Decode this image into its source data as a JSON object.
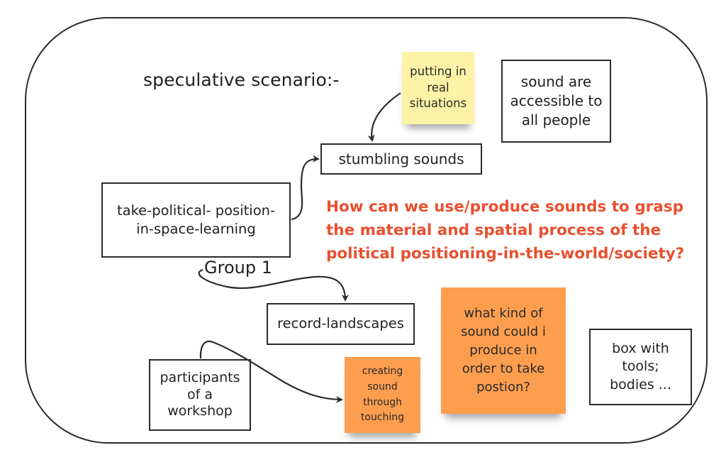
{
  "board": {
    "title": "speculative scenario:-",
    "group_label": "Group 1",
    "question": "How can we use/produce sounds to grasp the material and spatial process of the political positioning-in-the-world/society?",
    "colors": {
      "question_text": "#e8502f",
      "sticky_yellow": "#fdf3a6",
      "sticky_orange": "#fd9e4f",
      "stroke": "#2b2b2b"
    }
  },
  "nodes": {
    "putting_in_real_situations": "putting in\nreal\nsituations",
    "sound_accessible": "sound are\naccessible to\nall people",
    "stumbling_sounds": "stumbling sounds",
    "take_political_position": "take-political- position-\nin-space-learning",
    "record_landscapes": "record-landscapes",
    "what_kind_of_sound": "what kind of\nsound could i\nproduce in\norder to take\npostion?",
    "box_with_tools": "box with\ntools;\nbodies ...",
    "participants_workshop": "participants\nof a\nworkshop",
    "creating_sound_touching": "creating\nsound\nthrough\ntouching"
  },
  "connectors": [
    {
      "from": "putting in real situations",
      "to": "stumbling sounds"
    },
    {
      "from": "take-political- position-in-space-learning",
      "to": "stumbling sounds"
    },
    {
      "from": "Group 1",
      "to": "record-landscapes"
    },
    {
      "from": "participants of a workshop",
      "to": "creating sound through touching"
    }
  ]
}
